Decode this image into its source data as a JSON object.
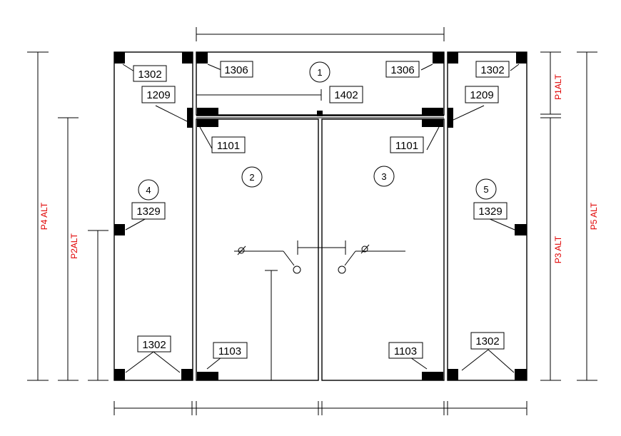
{
  "panels": [
    {
      "id": "p1",
      "number": "1"
    },
    {
      "id": "p2",
      "number": "2"
    },
    {
      "id": "p3",
      "number": "3"
    },
    {
      "id": "p4",
      "number": "4"
    },
    {
      "id": "p5",
      "number": "5"
    }
  ],
  "parts": {
    "top_left_corner": "1302",
    "top_right_corner": "1302",
    "transom_left_clamp": "1306",
    "transom_right_clamp": "1306",
    "header_left": "1209",
    "header_right": "1209",
    "center_stop": "1402",
    "pivot_left": "1101",
    "pivot_right": "1101",
    "side_clamp_left": "1329",
    "side_clamp_right": "1329",
    "bottom_left_corner": "1302",
    "bottom_right_corner": "1302",
    "bottom_patch_left": "1103",
    "bottom_patch_right": "1103"
  },
  "dimensions": {
    "p1": "P1ALT",
    "p2": "P2ALT",
    "p3": "P3 ALT",
    "p4": "P4 ALT",
    "p5": "P5 ALT"
  }
}
